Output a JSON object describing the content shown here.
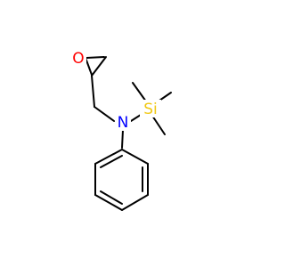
{
  "molecule": {
    "atoms": {
      "oxygen": {
        "label": "O",
        "color": "#ff0000"
      },
      "nitrogen": {
        "label": "N",
        "color": "#0000ff"
      },
      "silicon": {
        "label": "Si",
        "color": "#f0c814"
      }
    }
  }
}
